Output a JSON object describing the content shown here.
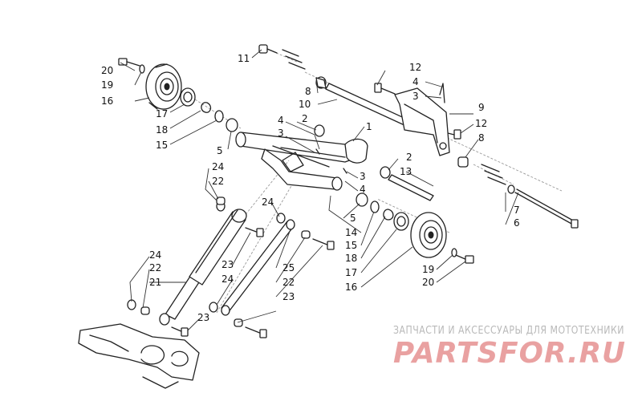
{
  "diagram": {
    "callouts": {
      "c1": "1",
      "c2a": "2",
      "c2b": "2",
      "c3a": "3",
      "c3b": "3",
      "c3c": "3",
      "c4a": "4",
      "c4b": "4",
      "c4c": "4",
      "c5a": "5",
      "c5b": "5",
      "c6": "6",
      "c7": "7",
      "c8a": "8",
      "c8b": "8",
      "c9": "9",
      "c10": "10",
      "c11": "11",
      "c12a": "12",
      "c12b": "12",
      "c13": "13",
      "c14": "14",
      "c15a": "15",
      "c15b": "15",
      "c16a": "16",
      "c16b": "16",
      "c17a": "17",
      "c17b": "17",
      "c18a": "18",
      "c18b": "18",
      "c19a": "19",
      "c19b": "19",
      "c20a": "20",
      "c20b": "20",
      "c21": "21",
      "c22a": "22",
      "c22b": "22",
      "c22c": "22",
      "c23a": "23",
      "c23b": "23",
      "c23c": "23",
      "c24a": "24",
      "c24b": "24",
      "c24c": "24",
      "c24d": "24",
      "c25": "25"
    }
  },
  "watermark": {
    "tagline": "ЗАПЧАСТИ И АКСЕССУАРЫ ДЛЯ МОТОТЕХНИКИ",
    "logo_text": "PARTSFOR.RU",
    "colors": {
      "tagline": "#b9b9b9",
      "logo": "#e9a1a1"
    }
  },
  "colors": {
    "line": "#222222",
    "background": "#ffffff"
  }
}
